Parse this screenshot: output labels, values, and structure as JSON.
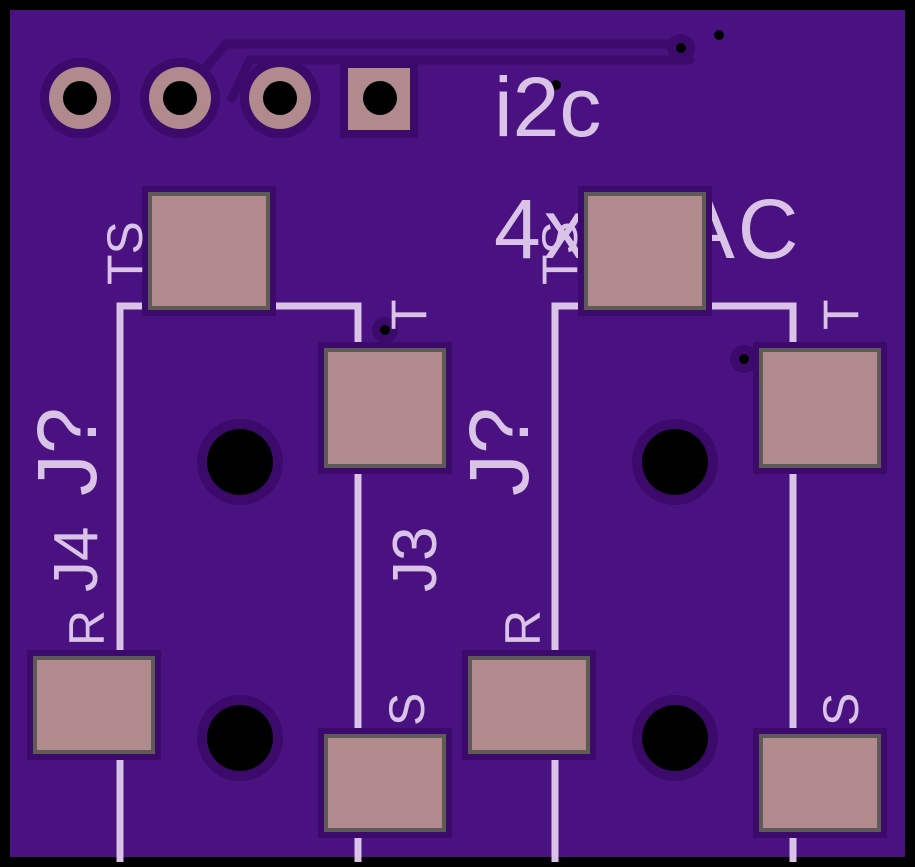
{
  "board": {
    "title_line1": "i2c",
    "title_line2": "4x DAC"
  },
  "jacks": [
    {
      "designator": "J4",
      "reference": "J?",
      "labels": {
        "tip_sleeve": "TS",
        "tip": "T",
        "ring": "R",
        "sleeve": "S"
      }
    },
    {
      "designator": "J3",
      "reference": "J?",
      "labels": {
        "tip_sleeve": "TS",
        "tip": "T",
        "ring": "R",
        "sleeve": "S"
      }
    }
  ],
  "colors": {
    "board_fill": "#4a1180",
    "board_edge": "#000000",
    "trace": "#3c0a6b",
    "silkscreen": "#d9c3e6",
    "pad": "#b08a8c",
    "pad_outline": "#5e5a58",
    "drill": "#000000"
  }
}
